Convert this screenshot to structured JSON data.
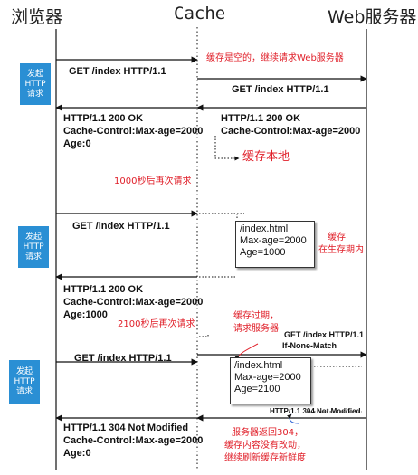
{
  "headers": {
    "browser": "浏览器",
    "cache": "Cache",
    "server": "Web服务器"
  },
  "badges": [
    [
      "发起",
      "HTTP",
      "请求"
    ],
    [
      "发起",
      "HTTP",
      "请求"
    ],
    [
      "发起",
      "HTTP",
      "请求"
    ]
  ],
  "round1": {
    "req_browser": "GET /index HTTP/1.1",
    "cache_empty": "缓存是空的，继续请求Web服务器",
    "req_server": "GET /index HTTP/1.1",
    "resp_server": [
      "HTTP/1.1 200 OK",
      "Cache-Control:Max-age=2000"
    ],
    "store_local": "缓存本地",
    "resp_browser": [
      "HTTP/1.1 200 OK",
      "Cache-Control:Max-age=2000",
      "Age:0"
    ]
  },
  "between1": "1000秒后再次请求",
  "round2": {
    "req_browser": "GET /index HTTP/1.1",
    "cache_box": [
      "/index.html",
      "Max-age=2000",
      "Age=1000"
    ],
    "cache_note": [
      "缓存",
      "在生存期内"
    ],
    "resp_browser": [
      "HTTP/1.1 200 OK",
      "Cache-Control:Max-age=2000",
      "Age:1000"
    ]
  },
  "between2": "2100秒后再次请求",
  "round3": {
    "cache_expired": [
      "缓存过期，",
      "请求服务器"
    ],
    "req_browser": "GET /index HTTP/1.1",
    "req_server": [
      "GET /index HTTP/1.1",
      "If-None-Match"
    ],
    "cache_box": [
      "/index.html",
      "Max-age=2000",
      "Age=2100"
    ],
    "resp_server": "HTTP/1.1 304 Not Modified",
    "server_note": [
      "服务器返回304，",
      "缓存内容没有改动，",
      "继续刷新缓存新鲜度"
    ],
    "resp_browser": [
      "HTTP/1.1 304 Not Modified",
      "Cache-Control:Max-age=2000",
      "Age:0"
    ]
  }
}
